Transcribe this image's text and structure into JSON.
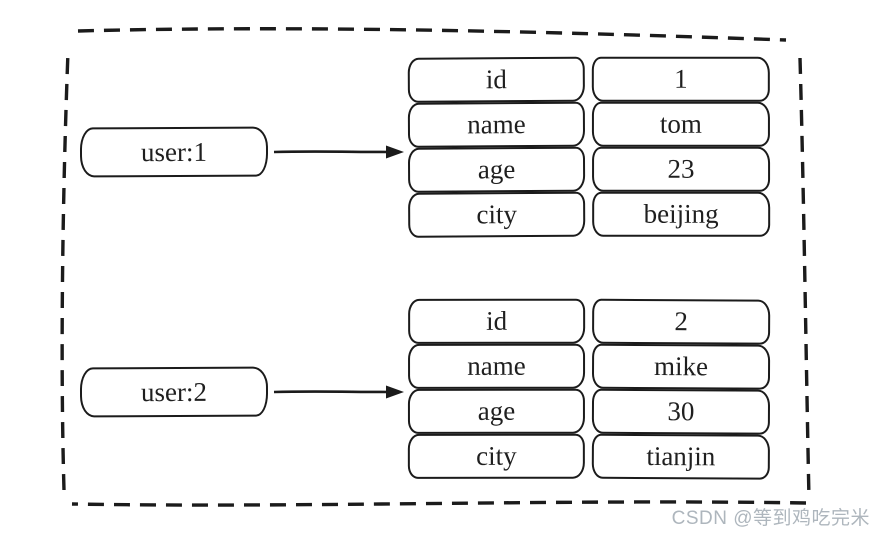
{
  "colors": {
    "stroke": "#1b1b1b",
    "text": "#1f1f1f",
    "watermark": "#aeb6bd",
    "background": "#ffffff"
  },
  "diagram": {
    "keys": [
      {
        "label": "user:1"
      },
      {
        "label": "user:2"
      }
    ],
    "tables": [
      {
        "rows": [
          [
            "id",
            "1"
          ],
          [
            "name",
            "tom"
          ],
          [
            "age",
            "23"
          ],
          [
            "city",
            "beijing"
          ]
        ]
      },
      {
        "rows": [
          [
            "id",
            "2"
          ],
          [
            "name",
            "mike"
          ],
          [
            "age",
            "30"
          ],
          [
            "city",
            "tianjin"
          ]
        ]
      }
    ]
  },
  "watermark": {
    "text": "CSDN @等到鸡吃完米"
  }
}
